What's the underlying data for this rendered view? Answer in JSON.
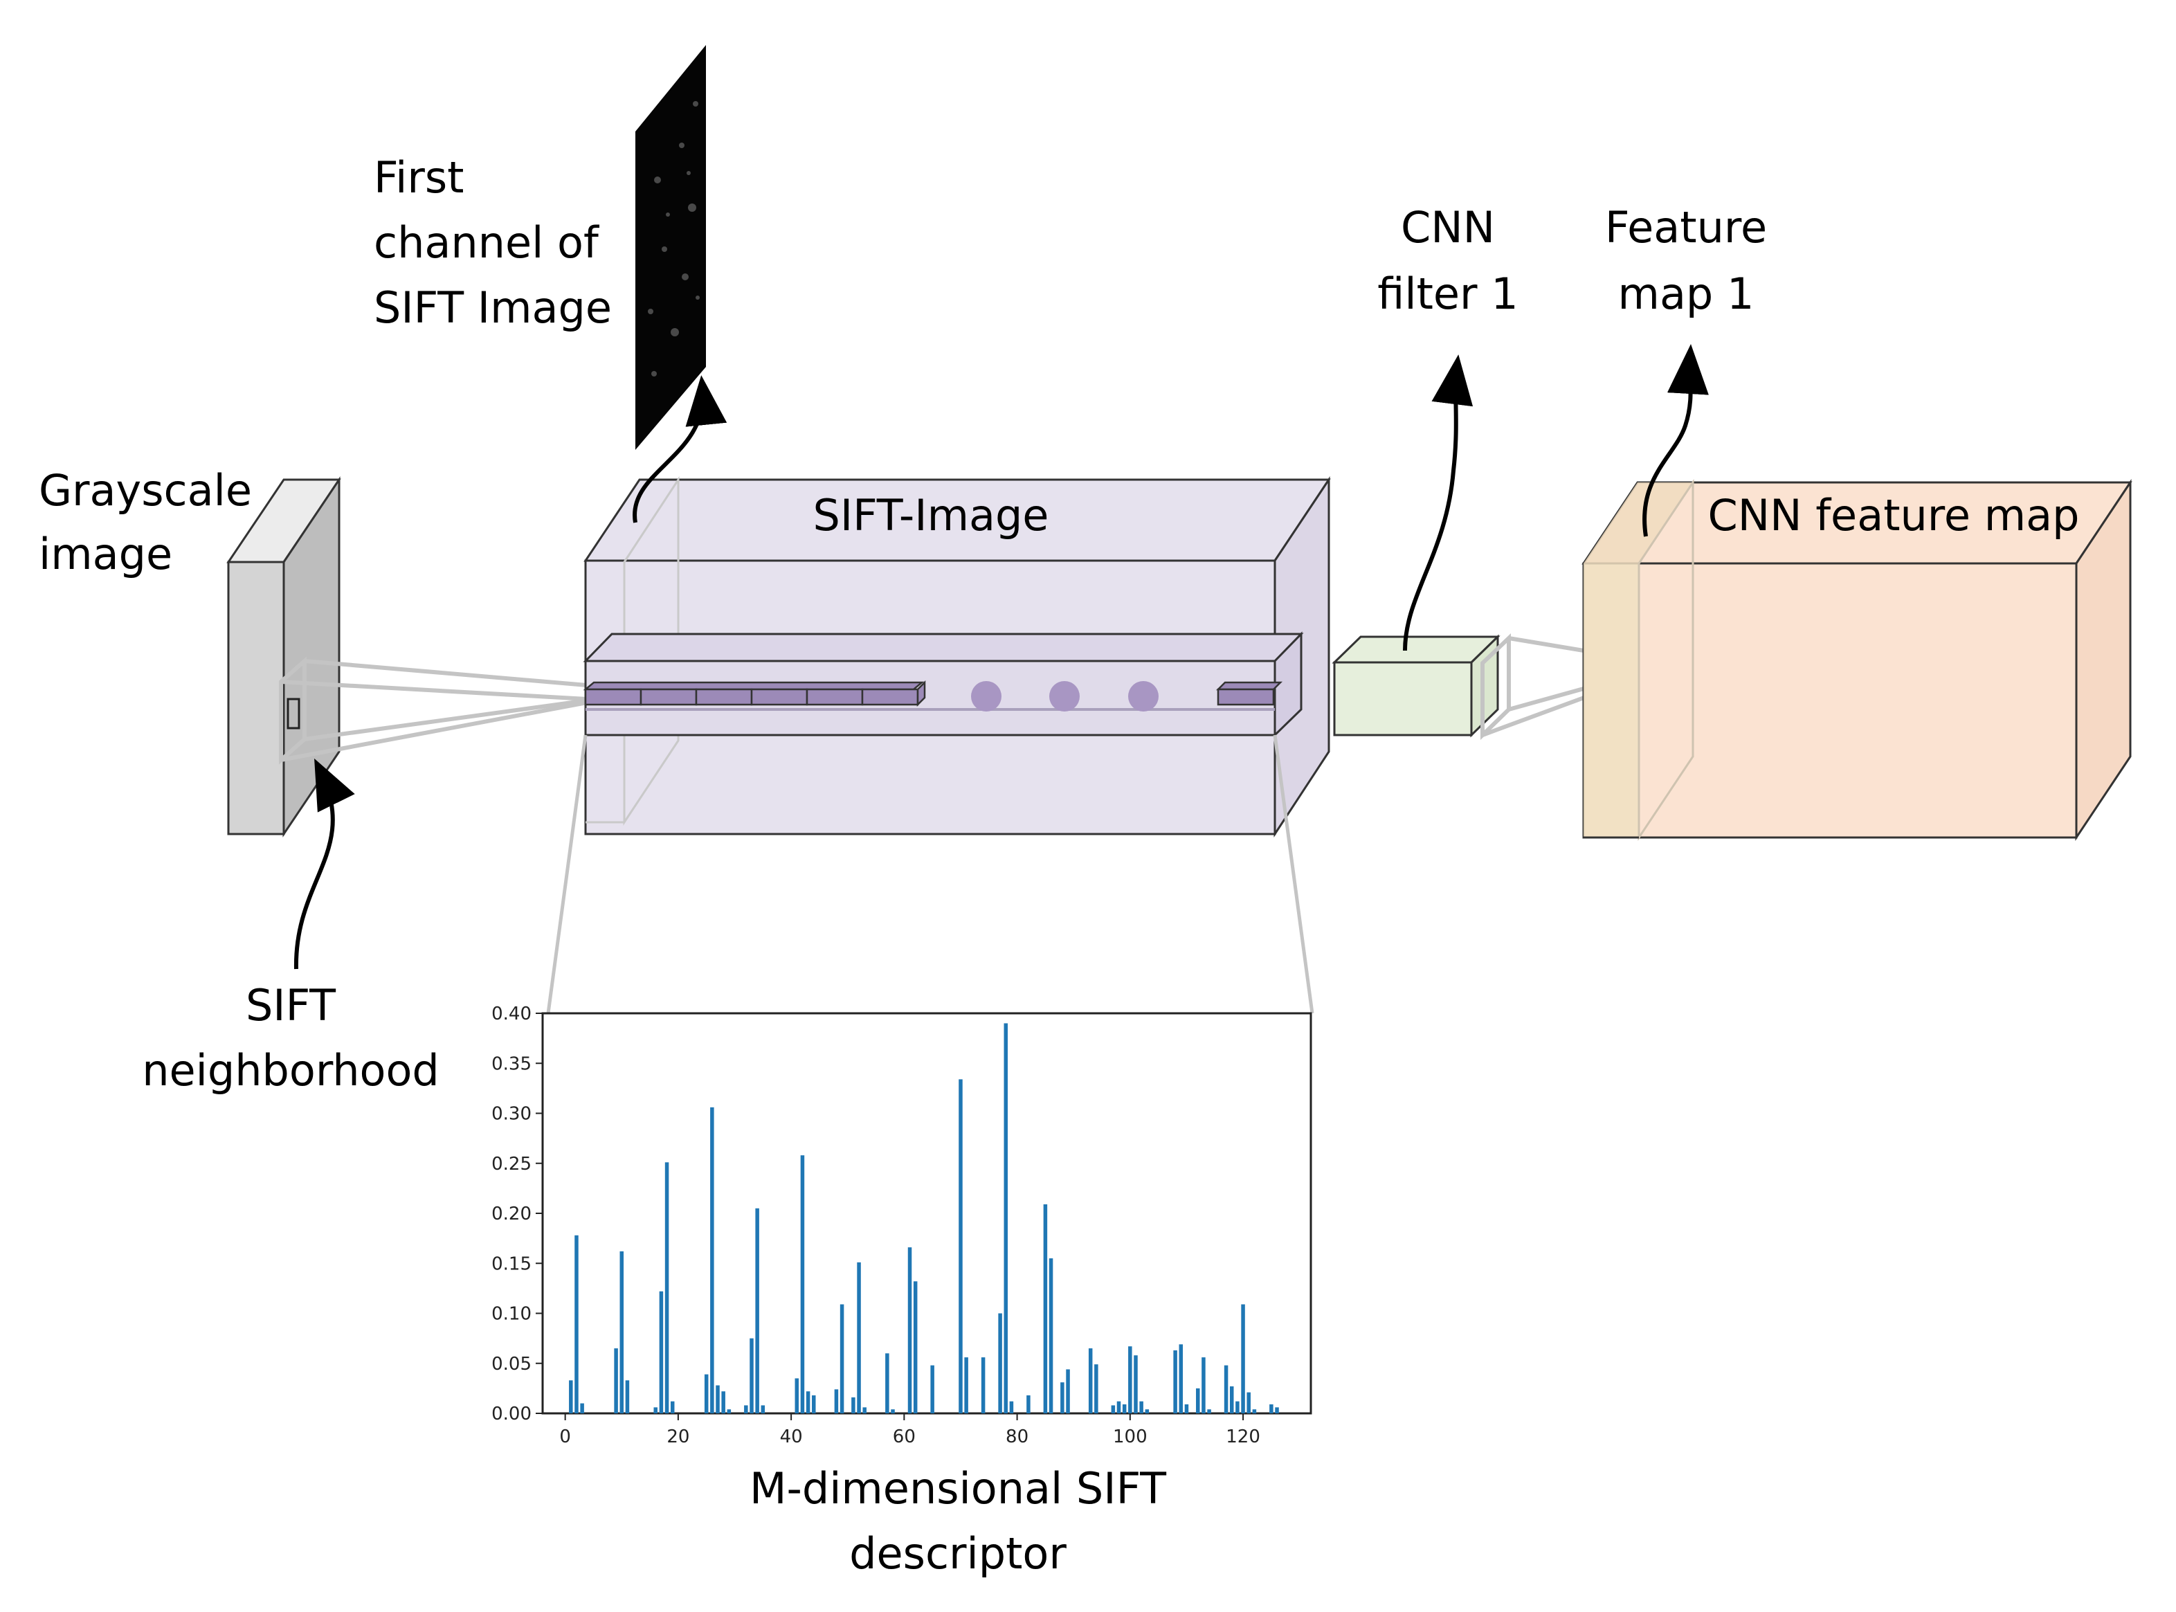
{
  "labels": {
    "grayscale_line1": "Grayscale",
    "grayscale_line2": "image",
    "sift_neigh_line1": "SIFT",
    "sift_neigh_line2": "neighborhood",
    "first_channel_line1": "First",
    "first_channel_line2": "channel of",
    "first_channel_line3": "SIFT Image",
    "sift_image": "SIFT-Image",
    "cnn_filter_line1": "CNN",
    "cnn_filter_line2": "filter 1",
    "feature_map1_line1": "Feature",
    "feature_map1_line2": "map 1",
    "cnn_feature_map": "CNN feature map",
    "descriptor_line1": "M-dimensional SIFT",
    "descriptor_line2": "descriptor"
  },
  "colors": {
    "grayscale_face": "#d4d4d4",
    "sift_block": "#e6e2ee",
    "sift_cells": "#9c8ab8",
    "cnn_filter": "#e6efdc",
    "feature_map": "#fbe3d2",
    "bars": "#1f77b4"
  },
  "chart_data": {
    "type": "bar",
    "xlim": [
      -4,
      132
    ],
    "ylim": [
      0,
      0.4
    ],
    "xticks": [
      0,
      20,
      40,
      60,
      80,
      100,
      120
    ],
    "yticks": [
      "0.00",
      "0.05",
      "0.10",
      "0.15",
      "0.20",
      "0.25",
      "0.30",
      "0.35",
      "0.40"
    ],
    "x": [
      1,
      2,
      3,
      9,
      10,
      11,
      16,
      17,
      18,
      19,
      25,
      26,
      27,
      28,
      29,
      32,
      33,
      34,
      35,
      41,
      42,
      43,
      44,
      48,
      49,
      51,
      52,
      53,
      57,
      58,
      61,
      62,
      65,
      70,
      71,
      74,
      77,
      78,
      79,
      82,
      85,
      86,
      88,
      89,
      93,
      94,
      97,
      98,
      99,
      100,
      101,
      102,
      103,
      108,
      109,
      110,
      112,
      113,
      114,
      117,
      118,
      119,
      120,
      121,
      122,
      125,
      126
    ],
    "values": [
      0.033,
      0.178,
      0.01,
      0.065,
      0.162,
      0.033,
      0.006,
      0.122,
      0.251,
      0.012,
      0.039,
      0.306,
      0.028,
      0.022,
      0.004,
      0.008,
      0.075,
      0.205,
      0.008,
      0.035,
      0.258,
      0.022,
      0.018,
      0.024,
      0.109,
      0.016,
      0.151,
      0.006,
      0.06,
      0.004,
      0.166,
      0.132,
      0.048,
      0.334,
      0.056,
      0.056,
      0.1,
      0.39,
      0.012,
      0.018,
      0.209,
      0.155,
      0.031,
      0.044,
      0.065,
      0.049,
      0.008,
      0.012,
      0.009,
      0.067,
      0.058,
      0.012,
      0.004,
      0.063,
      0.069,
      0.009,
      0.025,
      0.056,
      0.004,
      0.048,
      0.027,
      0.012,
      0.109,
      0.021,
      0.004,
      0.009,
      0.006
    ]
  }
}
